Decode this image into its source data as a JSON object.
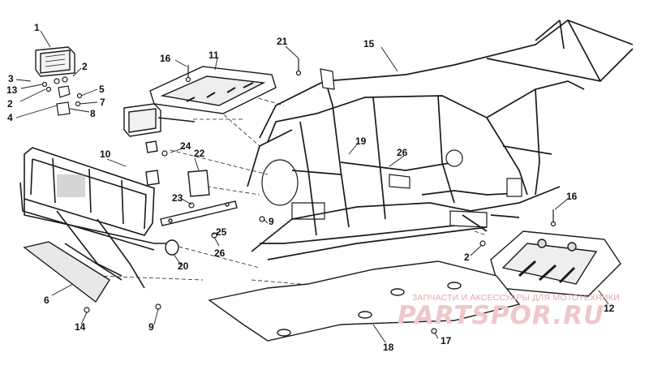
{
  "callouts": [
    "1",
    "2",
    "3",
    "13",
    "2",
    "4",
    "5",
    "7",
    "8",
    "16",
    "11",
    "21",
    "15",
    "10",
    "24",
    "22",
    "19",
    "26",
    "23",
    "9",
    "25",
    "26",
    "20",
    "6",
    "14",
    "9",
    "16",
    "2",
    "12",
    "18",
    "17"
  ],
  "watermark": {
    "line1": "ЗАПЧАСТИ И АКСЕССУАРЫ ДЛЯ МОТОТЕХНИКИ",
    "line2": "PARTSPOR.RU"
  },
  "colors": {
    "line": "#1a1a1a",
    "watermark": "#e27a85"
  }
}
